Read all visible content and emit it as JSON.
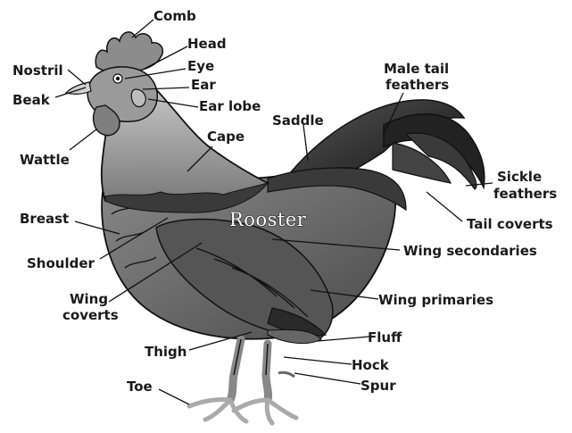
{
  "title": "Rooster",
  "labels": {
    "comb": "Comb",
    "head": "Head",
    "nostril": "Nostril",
    "eye": "Eye",
    "beak": "Beak",
    "ear": "Ear",
    "ear_lobe": "Ear lobe",
    "male_tail_feathers_1": "Male tail",
    "male_tail_feathers_2": "feathers",
    "saddle": "Saddle",
    "wattle": "Wattle",
    "cape": "Cape",
    "sickle_feathers_1": "Sickle",
    "sickle_feathers_2": "feathers",
    "breast": "Breast",
    "tail_coverts": "Tail coverts",
    "shoulder": "Shoulder",
    "wing_secondaries": "Wing secondaries",
    "wing_coverts_1": "Wing",
    "wing_coverts_2": "coverts",
    "wing_primaries": "Wing primaries",
    "fluff": "Fluff",
    "thigh": "Thigh",
    "hock": "Hock",
    "toe": "Toe",
    "spur": "Spur"
  },
  "colors": {
    "body": "#6e6e6e",
    "cape": "#9a9a9a",
    "dark": "#2b2b2b",
    "comb": "#8c8c8c",
    "legs": "#b5b5b5"
  }
}
